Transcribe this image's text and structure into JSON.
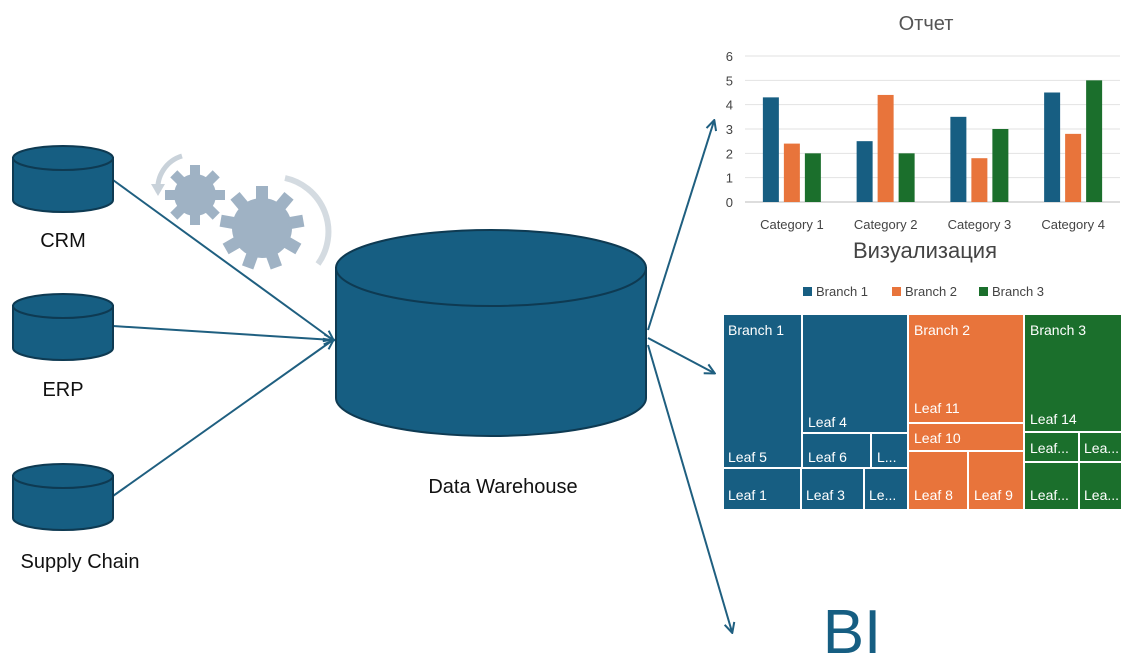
{
  "colors": {
    "db": "#165e82",
    "db_dark": "#0e3a52",
    "arrow": "#1f5f80",
    "gear": "#9fb2c4",
    "series": [
      "#175e82",
      "#e8743b",
      "#1b6f2c"
    ]
  },
  "sources": [
    {
      "label": "CRM",
      "icon": "database-icon"
    },
    {
      "label": "ERP",
      "icon": "database-icon"
    },
    {
      "label": "Supply Chain",
      "icon": "database-icon"
    }
  ],
  "warehouse": {
    "label": "Data Warehouse",
    "icon": "database-icon"
  },
  "process_icon": "gears-icon",
  "report": {
    "title": "Отчет"
  },
  "visualization": {
    "title": "Визуализация"
  },
  "chart_data": {
    "type": "bar",
    "title": "Отчет",
    "categories": [
      "Category 1",
      "Category 2",
      "Category 3",
      "Category 4"
    ],
    "series": [
      {
        "name": "Branch 1",
        "values": [
          4.3,
          2.5,
          3.5,
          4.5
        ]
      },
      {
        "name": "Branch 2",
        "values": [
          2.4,
          4.4,
          1.8,
          2.8
        ]
      },
      {
        "name": "Branch 3",
        "values": [
          2.0,
          2.0,
          3.0,
          5.0
        ]
      }
    ],
    "ylim": [
      0,
      6
    ],
    "yticks": [
      0,
      1,
      2,
      3,
      4,
      5,
      6
    ],
    "grid": true,
    "legend": "bottom"
  },
  "treemap": {
    "legend": [
      "Branch 1",
      "Branch 2",
      "Branch 3"
    ],
    "tiles": [
      {
        "label": "Branch 1",
        "branch": 0
      },
      {
        "label": "Leaf 4",
        "branch": 0
      },
      {
        "label": "Leaf 5",
        "branch": 0
      },
      {
        "label": "Leaf 6",
        "branch": 0
      },
      {
        "label": "L...",
        "branch": 0
      },
      {
        "label": "Leaf 1",
        "branch": 0
      },
      {
        "label": "Leaf 3",
        "branch": 0
      },
      {
        "label": "Le...",
        "branch": 0
      },
      {
        "label": "Branch 2",
        "branch": 1
      },
      {
        "label": "Leaf 11",
        "branch": 1
      },
      {
        "label": "Leaf 10",
        "branch": 1
      },
      {
        "label": "Leaf 8",
        "branch": 1
      },
      {
        "label": "Leaf 9",
        "branch": 1
      },
      {
        "label": "Branch 3",
        "branch": 2
      },
      {
        "label": "Leaf 14",
        "branch": 2
      },
      {
        "label": "Leaf...",
        "branch": 2
      },
      {
        "label": "Lea...",
        "branch": 2
      },
      {
        "label": "Leaf...",
        "branch": 2
      },
      {
        "label": "Lea...",
        "branch": 2
      }
    ]
  },
  "bi_label": "BI"
}
